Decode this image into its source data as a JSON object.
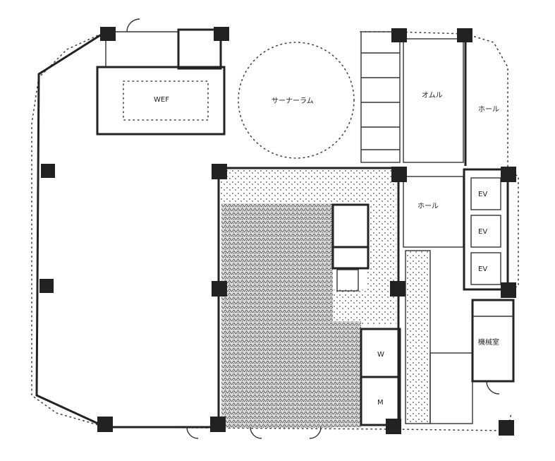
{
  "rooms": {
    "upper_left_room": "WEF",
    "circle_room": "サーナーラム",
    "upper_right_room": "オムル",
    "right_label_top": "ホール",
    "corridor_right": "ホール",
    "elevator_1": "EV",
    "elevator_2": "EV",
    "elevator_3": "EV",
    "lower_right_room": "機械室",
    "lower_mid_room_1": "W",
    "lower_mid_room_2": "M"
  },
  "colors": {
    "ink": "#222222",
    "background": "#ffffff",
    "hatch": "#cfcfcf"
  }
}
